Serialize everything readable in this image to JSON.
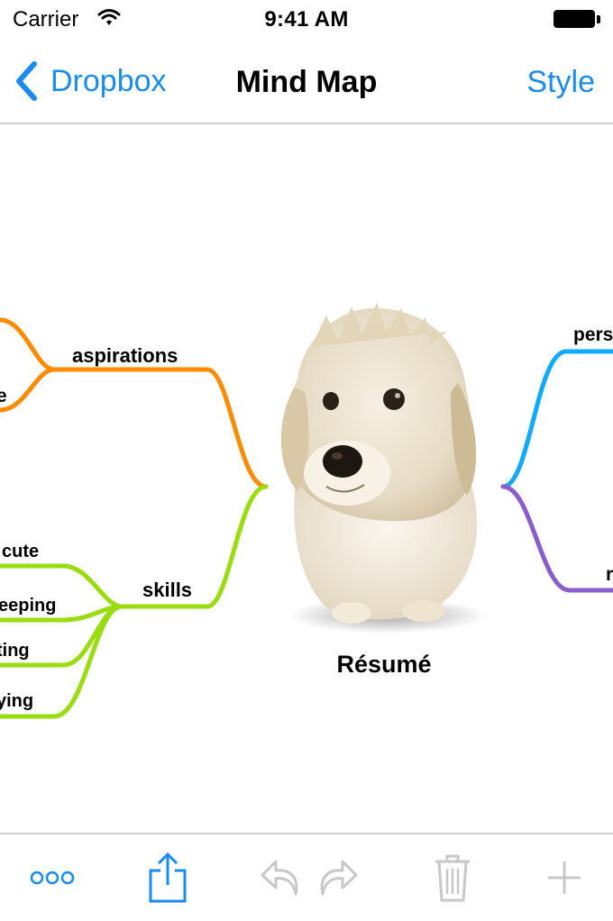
{
  "status_bar": {
    "carrier": "Carrier",
    "time": "9:41 AM"
  },
  "nav": {
    "back_label": "Dropbox",
    "title": "Mind Map",
    "style_label": "Style"
  },
  "map": {
    "central_topic": "Résumé",
    "branches": {
      "aspirations": {
        "label": "aspirations",
        "children": [
          "",
          "e"
        ]
      },
      "skills": {
        "label": "skills",
        "children": [
          "cute",
          "eeping",
          "ting",
          "ying"
        ]
      },
      "right_top": {
        "label": "pers"
      },
      "right_bottom": {
        "label": "r"
      }
    }
  },
  "colors": {
    "accent": "#1a8cf0",
    "branch_orange": "#ff8c00",
    "branch_green": "#99dd11",
    "branch_blue": "#11aaff",
    "branch_purple": "#8a5ccc",
    "disabled": "#c8c8cc"
  },
  "toolbar": {
    "icons": [
      "more-icon",
      "share-icon",
      "undo-icon",
      "redo-icon",
      "trash-icon",
      "add-icon"
    ]
  }
}
